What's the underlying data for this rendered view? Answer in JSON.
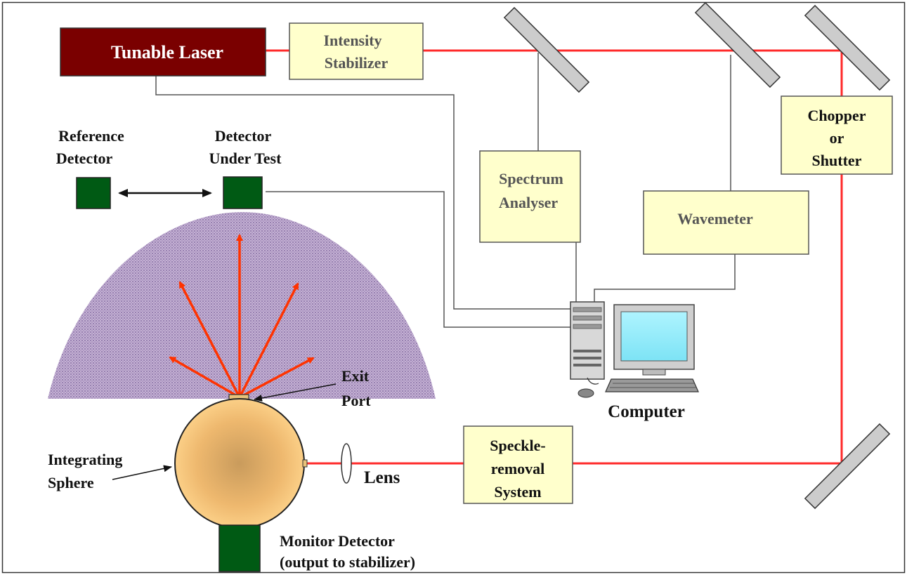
{
  "diagram": {
    "laser": "Tunable Laser",
    "intensity_stabilizer": [
      "Intensity",
      "Stabilizer"
    ],
    "chopper": [
      "Chopper",
      "or",
      "Shutter"
    ],
    "reference_detector": [
      "Reference",
      "Detector"
    ],
    "detector_under_test": [
      "Detector",
      "Under Test"
    ],
    "spectrum_analyser": [
      "Spectrum",
      "Analyser"
    ],
    "wavemeter": "Wavemeter",
    "exit_port": [
      "Exit",
      "Port"
    ],
    "computer": "Computer",
    "integrating_sphere": [
      "Integrating",
      "Sphere"
    ],
    "lens": "Lens",
    "speckle_removal": [
      "Speckle-",
      "removal",
      "System"
    ],
    "monitor_detector": [
      "Monitor Detector",
      "(output to stabilizer)"
    ]
  },
  "colors": {
    "laser_beam": "#ff2a2a",
    "laser_box": "#7a0000",
    "component_box": "#ffffcc",
    "detector": "#005a14",
    "radiation_dome": "#b79fc9",
    "ray_arrows": "#ff3300",
    "sphere": "#f2c47a",
    "mirror": "#cccccc"
  }
}
